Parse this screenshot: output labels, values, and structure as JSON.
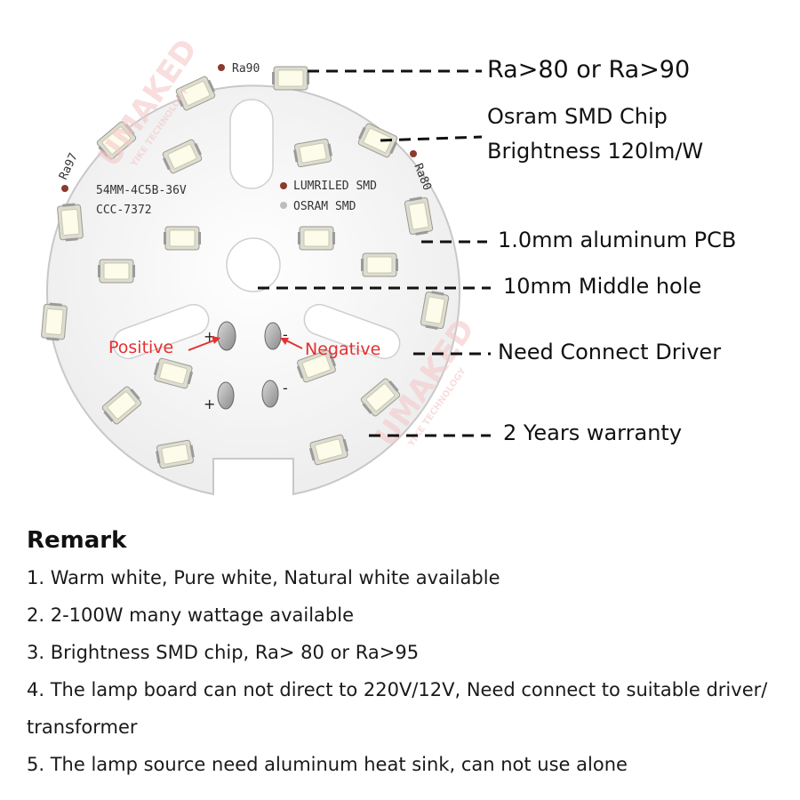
{
  "board": {
    "model_line1": "54MM-4C5B-36V",
    "model_line2": "CCC-7372",
    "brand1": "LUMRILED SMD",
    "brand2": "OSRAM SMD",
    "ra_left": "Ra97",
    "ra_top": "Ra90",
    "ra_right": "Ra80",
    "plus_sign": "+",
    "minus_sign": "-",
    "positive_label": "Positive",
    "negative_label": "Negative",
    "watermark_brand": "UMAKED",
    "watermark_sub": "YIKE TECHNOLOGY"
  },
  "callouts": {
    "ra": "Ra>80 or Ra>90",
    "chip_line1": "Osram SMD Chip",
    "chip_line2": "Brightness 120lm/W",
    "pcb": "1.0mm  aluminum PCB",
    "hole": "10mm Middle hole",
    "driver": "Need Connect Driver",
    "warranty": "2 Years warranty"
  },
  "remark": {
    "title": "Remark",
    "items": [
      "1. Warm white, Pure white, Natural white available",
      "2. 2-100W many wattage available",
      "3. Brightness SMD chip, Ra> 80 or Ra>95",
      "4. The lamp board can not direct to 220V/12V, Need connect to suitable driver/ transformer",
      "5. The lamp source need aluminum heat sink, can not use alone"
    ]
  },
  "colors": {
    "label_red": "#e53030",
    "board_white": "#f7f7f7",
    "led_white": "#fbfbef"
  }
}
